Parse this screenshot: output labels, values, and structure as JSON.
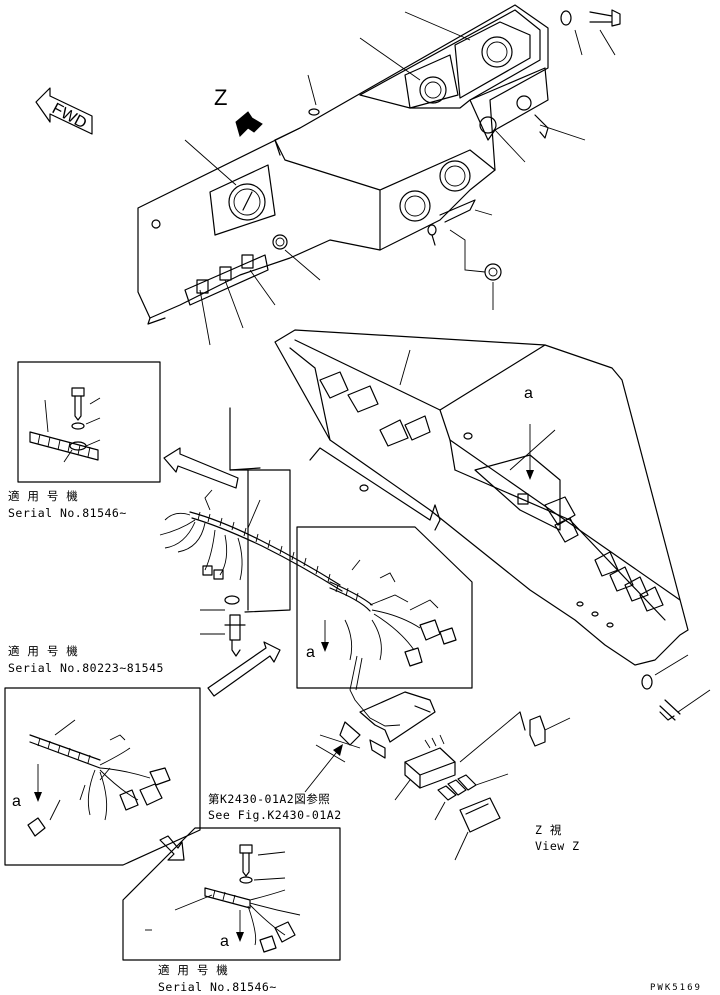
{
  "labels": {
    "view_letter": "Z",
    "fwd": "FWD",
    "a_main": "a",
    "a_left": "a",
    "a_lower": "a",
    "a_bottom": "a",
    "serial1_jp": "適 用 号 機",
    "serial1": "Serial No.81546~",
    "serial2_jp": "適 用 号 機",
    "serial2": "Serial No.80223~81545",
    "serial3_jp": "適 用 号 機",
    "serial3": "Serial No.81546~",
    "ref_jp": "第K2430-01A2図参照",
    "ref_en": "See Fig.K2430-01A2",
    "view_jp": "Z  視",
    "view_en": "View Z",
    "code": "PWK5169"
  }
}
